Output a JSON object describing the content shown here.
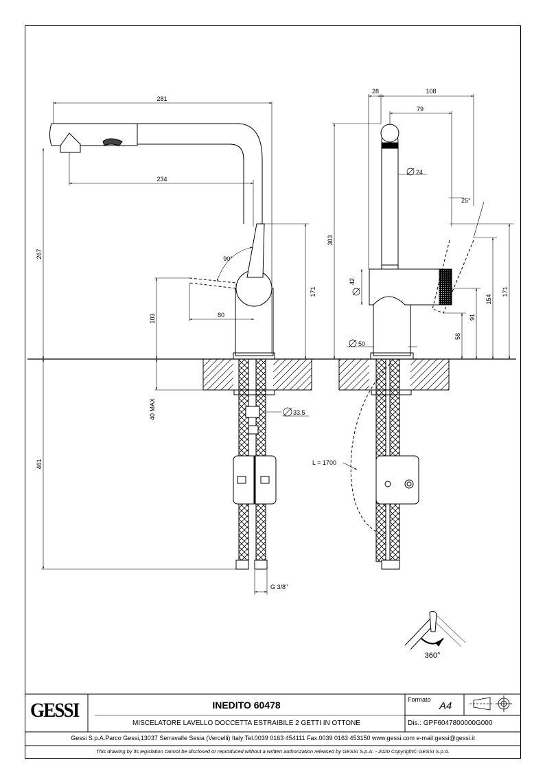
{
  "dimensions": {
    "d281": "281",
    "d234": "234",
    "d267": "267",
    "d90deg": "90°",
    "d171_left": "171",
    "d103": "103",
    "d80": "80",
    "d40max": "40 MAX",
    "d461": "461",
    "d33_5": "33.5",
    "dG38": "G 3/8\"",
    "d28": "28",
    "d108": "108",
    "d79": "79",
    "d24": "24",
    "d25deg": "25°",
    "d303": "303",
    "d42": "42",
    "d171_right": "171",
    "d154": "154",
    "d91": "91",
    "d58": "58",
    "d50": "50",
    "dL1700": "L = 1700"
  },
  "rotation_label": "360°",
  "titleblock": {
    "logo": "GESSI",
    "product_name": "INEDITO 60478",
    "description": "MISCELATORE LAVELLO DOCCETTA ESTRAIBILE 2 GETTI IN OTTONE",
    "format_label": "Formato",
    "format_value": "A4",
    "drawing_number": "Dis.: GPF6047800000G000",
    "company_info": "Gessi S.p.A.Parco Gessi,13037 Serravalle Sesia (Vercelli) Italy Tel.0039 0163 454111 Fax.0039 0163 453150 www.gessi.com e-mail:gessi@gessi.it",
    "legal_notice": "This drawing by its legislation cannot be disclosed or reproduced without a written authorization released by GESSI S.p.A. - 2020 Copyright© GESSI S.p.A."
  }
}
